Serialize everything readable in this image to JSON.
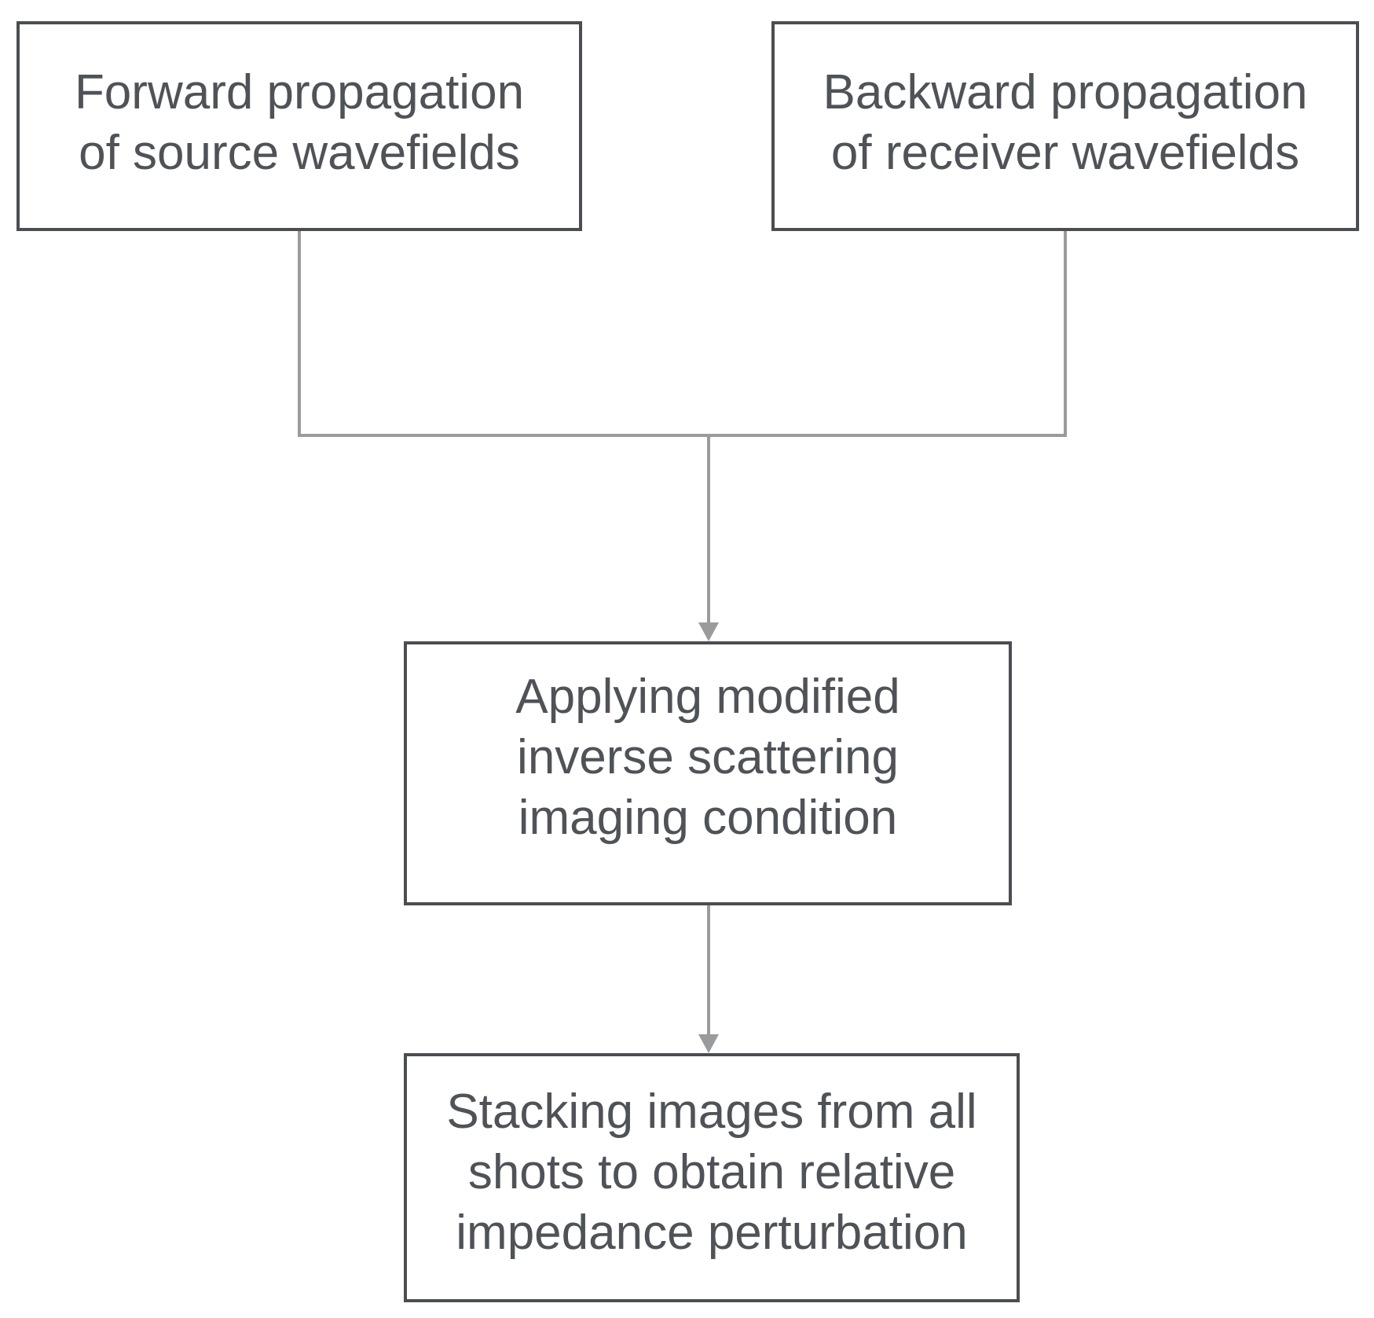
{
  "nodes": {
    "forward": {
      "lines": [
        "Forward propagation",
        "of source wavefields"
      ]
    },
    "backward": {
      "lines": [
        "Backward propagation",
        "of receiver wavefields"
      ]
    },
    "imaging": {
      "lines": [
        "Applying modified",
        "inverse scattering",
        "imaging condition"
      ]
    },
    "stacking": {
      "lines": [
        "Stacking images from all",
        "shots to obtain relative",
        "impedance perturbation"
      ]
    }
  },
  "edges": [
    {
      "from": "forward",
      "to": "imaging"
    },
    {
      "from": "backward",
      "to": "imaging"
    },
    {
      "from": "imaging",
      "to": "stacking"
    }
  ],
  "colors": {
    "box_border": "#4a4d52",
    "text": "#4f5358",
    "connector": "#9a9b9d"
  }
}
